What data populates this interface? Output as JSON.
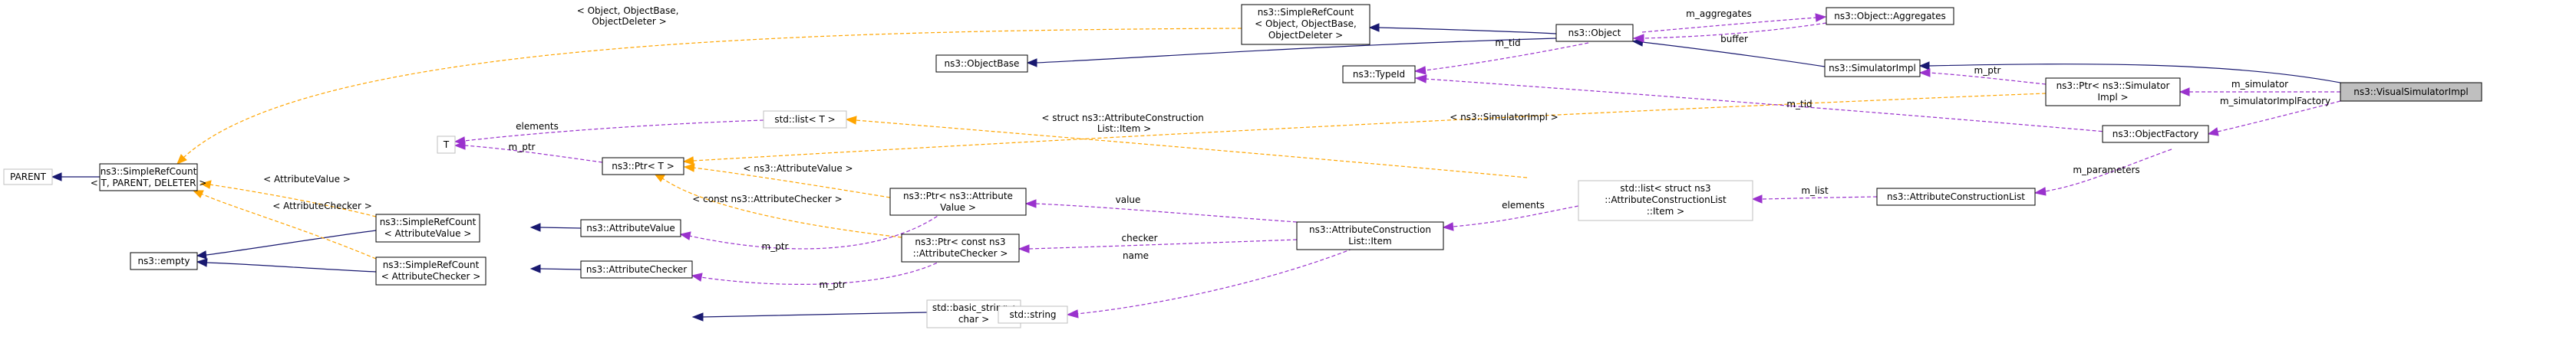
{
  "nodes": {
    "parent": [
      "PARENT"
    ],
    "srcParent": [
      "ns3::SimpleRefCount",
      "< T, PARENT, DELETER >"
    ],
    "empty": [
      "ns3::empty"
    ],
    "srcAttrValue": [
      "ns3::SimpleRefCount",
      "< AttributeValue >"
    ],
    "srcAttrChecker": [
      "ns3::SimpleRefCount",
      "< AttributeChecker >"
    ],
    "srcObject": [
      "ns3::SimpleRefCount",
      "< Object, ObjectBase,",
      "ObjectDeleter >"
    ],
    "objectBase": [
      "ns3::ObjectBase"
    ],
    "T": [
      "T"
    ],
    "stdlistT": [
      "std::list< T >"
    ],
    "ptrT": [
      "ns3::Ptr< T >"
    ],
    "attrValue": [
      "ns3::AttributeValue"
    ],
    "attrChecker": [
      "ns3::AttributeChecker"
    ],
    "basicString": [
      "std::basic_string<",
      "char >"
    ],
    "ptrAttrValue": [
      "ns3::Ptr< ns3::Attribute",
      "Value >"
    ],
    "ptrAttrChecker": [
      "ns3::Ptr< const ns3",
      "::AttributeChecker >"
    ],
    "stdString": [
      "std::string"
    ],
    "object": [
      "ns3::Object"
    ],
    "typeId": [
      "ns3::TypeId"
    ],
    "aggregates": [
      "ns3::Object::Aggregates"
    ],
    "acItem": [
      "ns3::AttributeConstruction",
      "List::Item"
    ],
    "stdlistItem": [
      "std::list< struct ns3",
      "::AttributeConstructionList",
      "::Item >"
    ],
    "acList": [
      "ns3::AttributeConstructionList"
    ],
    "simImpl": [
      "ns3::SimulatorImpl"
    ],
    "ptrSimImpl": [
      "ns3::Ptr< ns3::Simulator",
      "Impl >"
    ],
    "objFactory": [
      "ns3::ObjectFactory"
    ],
    "visualSim": [
      "ns3::VisualSimulatorImpl"
    ]
  },
  "edges": {
    "tpl_object": [
      "< Object, ObjectBase,",
      "ObjectDeleter >"
    ],
    "tpl_attrValue": [
      "< AttributeValue >"
    ],
    "tpl_attrChecker": [
      "< AttributeChecker >"
    ],
    "elements_T": [
      "elements"
    ],
    "mptr_T": [
      "m_ptr"
    ],
    "tpl_list_item": [
      "< struct ns3::AttributeConstruction",
      "List::Item >"
    ],
    "tpl_simImpl": [
      "< ns3::SimulatorImpl >"
    ],
    "tpl_ptr_attrValue": [
      "< ns3::AttributeValue >"
    ],
    "tpl_ptr_checker": [
      "< const ns3::AttributeChecker >"
    ],
    "mptr_attrValue": [
      "m_ptr"
    ],
    "mptr_attrChecker": [
      "m_ptr"
    ],
    "value": [
      "value"
    ],
    "checker": [
      "checker"
    ],
    "name": [
      "name"
    ],
    "elements_item": [
      "elements"
    ],
    "m_list": [
      "m_list"
    ],
    "m_parameters": [
      "m_parameters"
    ],
    "m_tid_object": [
      "m_tid"
    ],
    "m_tid_factory": [
      "m_tid"
    ],
    "m_aggregates": [
      "m_aggregates"
    ],
    "buffer": [
      "buffer"
    ],
    "m_ptr_sim": [
      "m_ptr"
    ],
    "m_simulator": [
      "m_simulator"
    ],
    "m_simImplFactory": [
      "m_simulatorImplFactory"
    ]
  }
}
